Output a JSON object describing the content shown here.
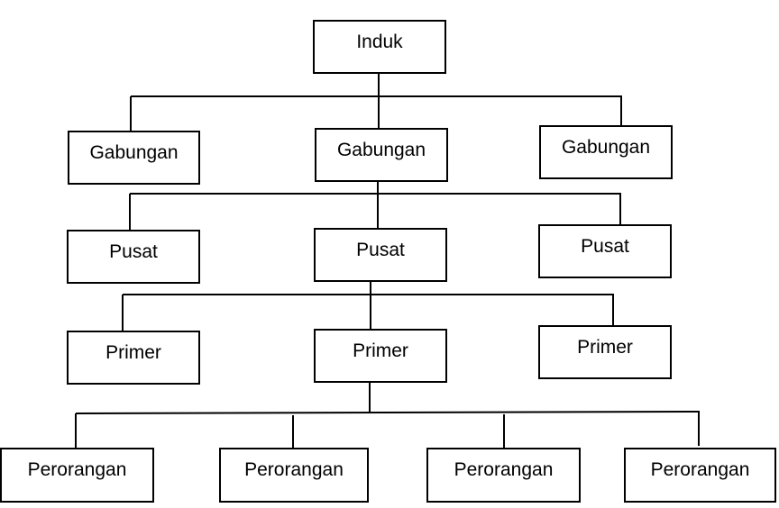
{
  "org_chart": {
    "root": "Induk",
    "level_gabungan": [
      "Gabungan",
      "Gabungan",
      "Gabungan"
    ],
    "level_pusat": [
      "Pusat",
      "Pusat",
      "Pusat"
    ],
    "level_primer": [
      "Primer",
      "Primer",
      "Primer"
    ],
    "level_perorangan": [
      "Perorangan",
      "Perorangan",
      "Perorangan",
      "Perorangan"
    ]
  },
  "colors": {
    "line": "#000000",
    "box_border": "#000000",
    "box_fill": "#ffffff",
    "text": "#000000"
  }
}
